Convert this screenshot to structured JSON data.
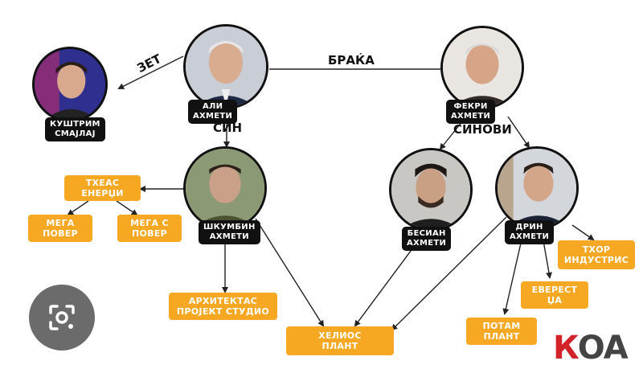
{
  "people": {
    "ali": "АЛИ АХМЕТИ",
    "fekri": "ФЕКРИ АХМЕТИ",
    "kushtrim": "КУШТРИМ\nСМАЈЛАЈ",
    "shkumbin": "ШКУМБИН\nАХМЕТИ",
    "besian": "БЕСИАН\nАХМЕТИ",
    "drin": "ДРИН АХМЕТИ"
  },
  "relations": {
    "zet": "ЗЕТ",
    "braka": "БРАЌА",
    "sin": "СИН",
    "sinovi": "СИНОВИ"
  },
  "companies": {
    "theas": "ТХЕАС\nЕНЕРЏИ",
    "mega_pover": "МЕГА\nПОВЕР",
    "mega_s_pover": "МЕГА С\nПОВЕР",
    "arhitektas": "АРХИТЕКТАС\nПРОЈЕКТ СТУДИО",
    "helios": "ХЕЛИОС\nПЛАНТ",
    "potam": "ПОТАМ\nПЛАНТ",
    "everest": "ЕВЕРЕСТ\nЏА",
    "thor": "ТХОР\nИНДУСТРИС"
  },
  "logo": {
    "text": "КОА"
  },
  "colors": {
    "company_fill": "#f7a823",
    "tag_fill": "#111111",
    "logo_accent": "#d2232a"
  },
  "icons": {
    "lens": "image-search-icon"
  }
}
